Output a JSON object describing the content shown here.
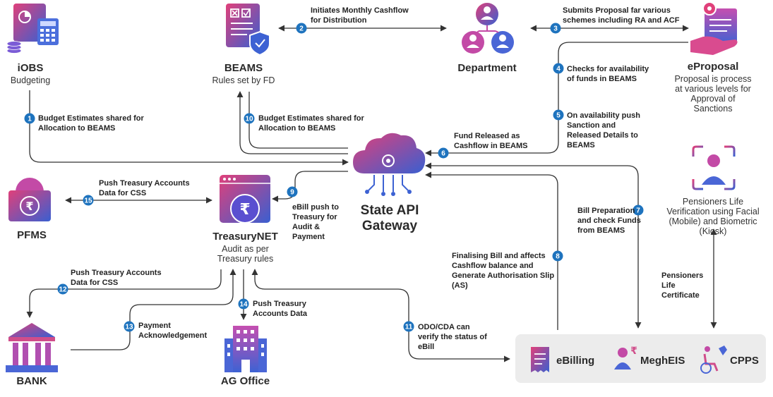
{
  "nodes": {
    "iobs": {
      "title": "iOBS",
      "subtitle": "Budgeting"
    },
    "beams": {
      "title": "BEAMS",
      "subtitle": "Rules set by FD"
    },
    "department": {
      "title": "Department"
    },
    "eproposal": {
      "title": "eProposal",
      "subtitle": "Proposal is process at various levels for Approval of Sanctions"
    },
    "gateway": {
      "title": "State API Gateway"
    },
    "pfms": {
      "title": "PFMS"
    },
    "treasury": {
      "title": "TreasuryNET",
      "subtitle": "Audit as per Treasury rules"
    },
    "bank": {
      "title": "BANK"
    },
    "ag": {
      "title": "AG Office"
    },
    "pensioners": {
      "title": "Pensioners Life Verification using Facial (Mobile) and Biometric (Kiosk)"
    },
    "tray": {
      "ebilling": "eBilling",
      "megheis": "MeghEIS",
      "cpps": "CPPS"
    }
  },
  "steps": [
    {
      "n": "1",
      "text": "Budget Estimates shared for Allocation to BEAMS"
    },
    {
      "n": "2",
      "text": "Initiates Monthly Cashflow for Distribution"
    },
    {
      "n": "3",
      "text": "Submits Proposal far various schemes including RA and ACF"
    },
    {
      "n": "4",
      "text": "Checks for availability of funds in BEAMS"
    },
    {
      "n": "5",
      "text": "On availability push Sanction and Released Details to BEAMS"
    },
    {
      "n": "6",
      "text": "Fund Released as Cashflow in BEAMS"
    },
    {
      "n": "7",
      "text": "Bill Preparation and check Funds from BEAMS"
    },
    {
      "n": "8",
      "text": "Finalising Bill and affects Cashflow balance and Generate Authorisation Slip (AS)"
    },
    {
      "n": "9",
      "text": "eBill push to Treasury for Audit & Payment"
    },
    {
      "n": "10",
      "text": "Budget Estimates shared for Allocation to BEAMS"
    },
    {
      "n": "11",
      "text": "ODO/CDA can verify the status of eBill"
    },
    {
      "n": "12",
      "text": "Push Treasury Accounts Data for CSS"
    },
    {
      "n": "13",
      "text": "Payment Acknowledgement"
    },
    {
      "n": "14",
      "text": "Push Treasury Accounts Data"
    },
    {
      "n": "15",
      "text": "Push Treasury Accounts Data for CSS"
    }
  ],
  "edge_labels": {
    "pensioners_cert": "Pensioners Life Certificate"
  },
  "colors": {
    "accent": "#1e73be",
    "line": "#333333",
    "grad_start": "#e0407a",
    "grad_end": "#3a5fd0",
    "tray_bg": "#ececec"
  },
  "icons": [
    "calculator-icon",
    "document-check-icon",
    "people-icon",
    "hand-document-icon",
    "cloud-network-icon",
    "rupee-gear-icon",
    "rupee-window-icon",
    "bank-icon",
    "building-icon",
    "face-scan-icon",
    "receipt-icon",
    "person-rupee-icon",
    "wheelchair-icon"
  ]
}
